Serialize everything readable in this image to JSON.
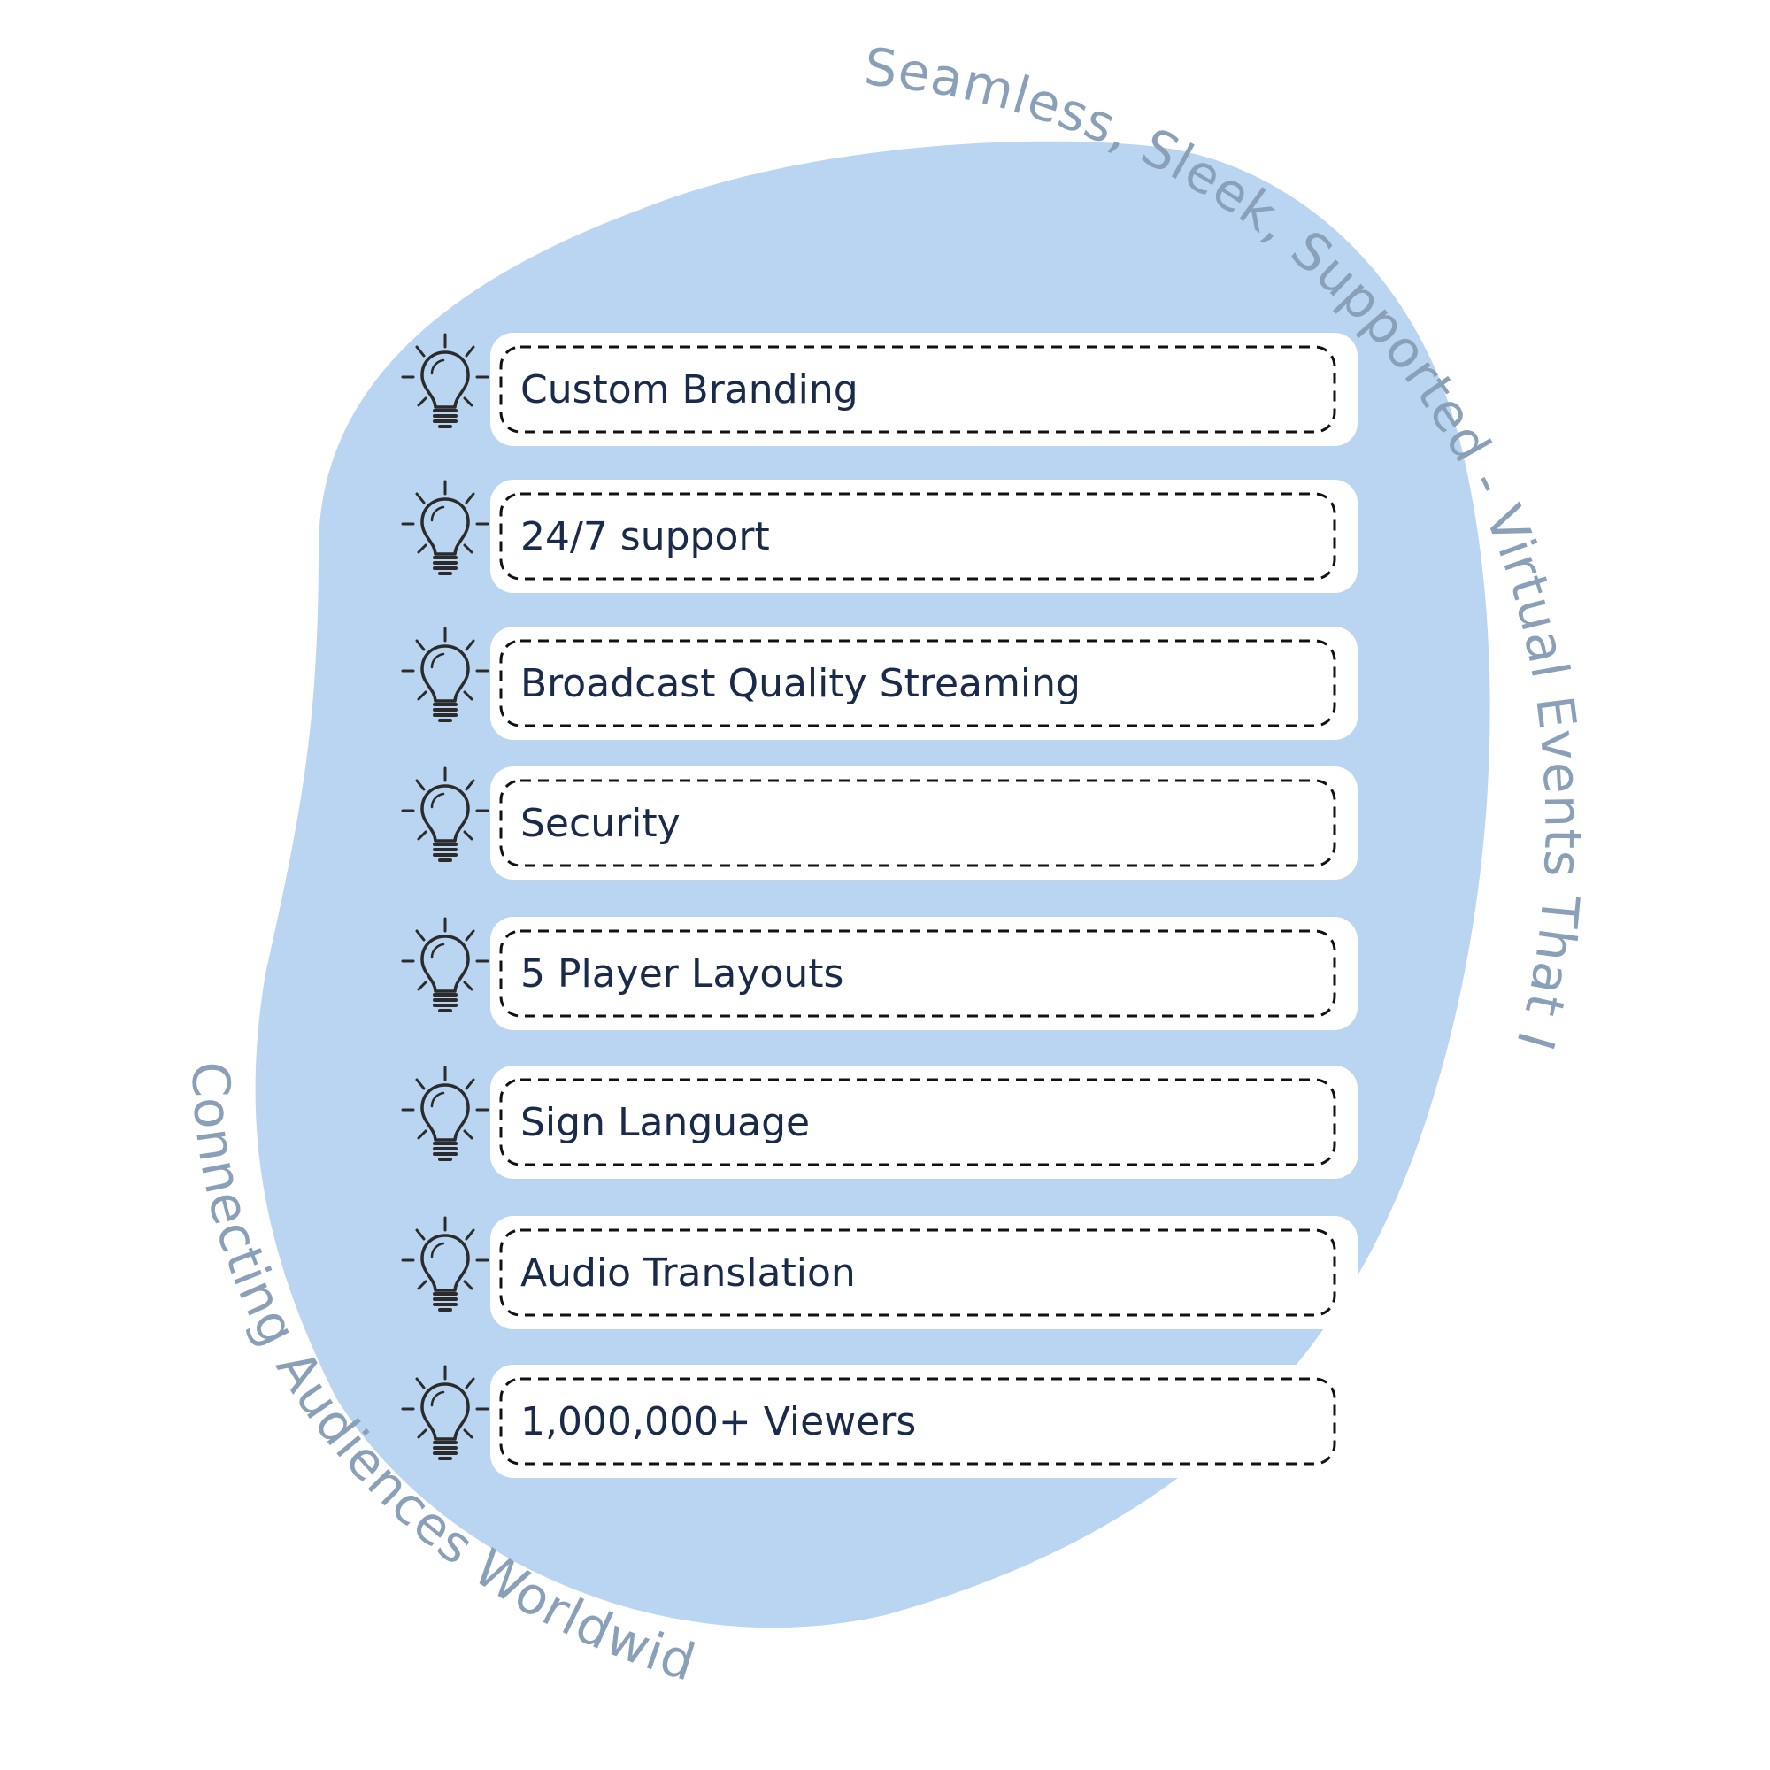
{
  "colors": {
    "background": "#ffffff",
    "blob": "#b9d5f1",
    "arc_text": "#8aa0b8",
    "item_text": "#1a2a4a",
    "item_fill": "#ffffff",
    "dash": "#111111",
    "icon": "#2b2b2b"
  },
  "arc_top": "Seamless, Sleek, Supported - Virtual Events That Impress",
  "arc_bottom": "Connecting Audiences Worldwide",
  "items": [
    {
      "label": "Custom Branding",
      "icon": "lightbulb-icon"
    },
    {
      "label": "24/7 support",
      "icon": "lightbulb-icon"
    },
    {
      "label": "Broadcast Quality Streaming",
      "icon": "lightbulb-icon"
    },
    {
      "label": "Security",
      "icon": "lightbulb-icon"
    },
    {
      "label": "5 Player Layouts",
      "icon": "lightbulb-icon"
    },
    {
      "label": "Sign Language",
      "icon": "lightbulb-icon"
    },
    {
      "label": "Audio Translation",
      "icon": "lightbulb-icon"
    },
    {
      "label": "1,000,000+ Viewers",
      "icon": "lightbulb-icon"
    }
  ]
}
